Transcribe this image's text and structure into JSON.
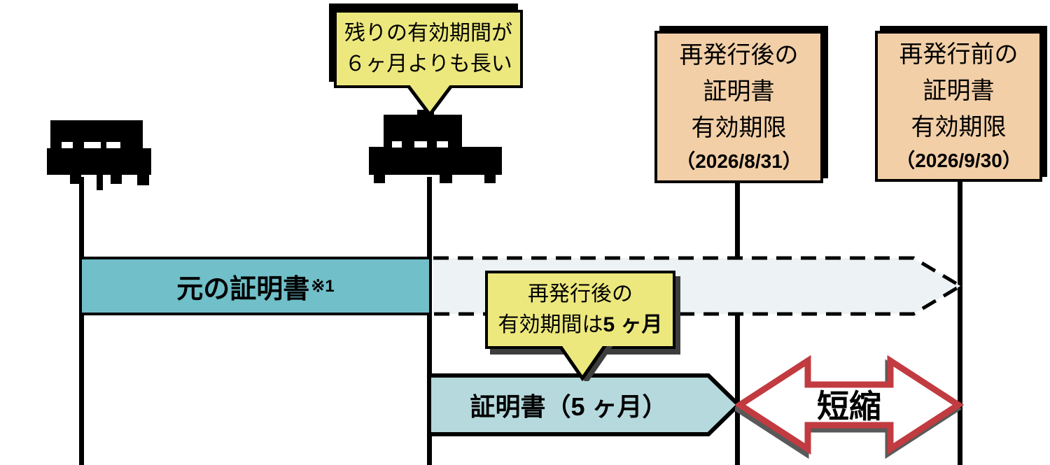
{
  "diagram": {
    "callout_remaining": {
      "line1": "残りの有効期間が",
      "line2": "６ヶ月よりも長い"
    },
    "expiry_after": {
      "line1": "再発行後の",
      "line2": "証明書",
      "line3": "有効期限",
      "date": "（2026/8/31）"
    },
    "expiry_before": {
      "line1": "再発行前の",
      "line2": "証明書",
      "line3": "有効期限",
      "date": "（2026/9/30）"
    },
    "original_bar": {
      "label": "元の証明書",
      "note": "※1"
    },
    "callout_period": {
      "line1": "再発行後の",
      "line2_prefix": "有効期間は",
      "line2_bold": "5 ヶ月"
    },
    "cert_arrow": {
      "label": "証明書（5 ヶ月）"
    },
    "shorten": {
      "label": "短縮"
    },
    "redacted_labels": {
      "left": "illegible blacked-out label",
      "middle": "illegible blacked-out label"
    },
    "colors": {
      "callout_fill": "#ece87d",
      "expiry_box_fill": "#f2cfa7",
      "original_bar_fill": "#70bfc9",
      "cert_arrow_fill": "#b5d9dd",
      "dashed_arrow_fill": "#edf2f4",
      "shorten_arrow_stroke": "#c13b40",
      "shadow_gray": "#595959",
      "line_black": "#000000"
    }
  }
}
